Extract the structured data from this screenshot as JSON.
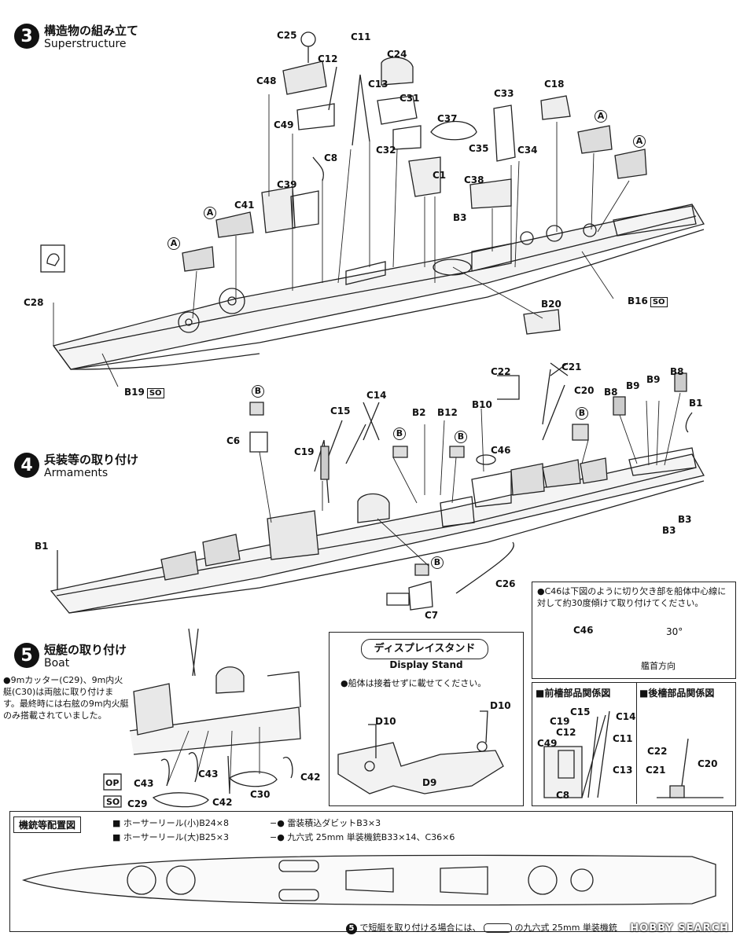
{
  "step3": {
    "num": "3",
    "title_ja": "構造物の組み立て",
    "title_en": "Superstructure"
  },
  "step4": {
    "num": "4",
    "title_ja": "兵装等の取り付け",
    "title_en": "Armaments"
  },
  "step5": {
    "num": "5",
    "title_ja": "短艇の取り付け",
    "title_en": "Boat",
    "note": "●9mカッター(C29)、9m内火艇(C30)は両舷に取り付けます。最終時には右舷の9m内火艇のみ搭載されていました。"
  },
  "parts3": [
    "C25",
    "C11",
    "C12",
    "C24",
    "C48",
    "C13",
    "C31",
    "C37",
    "C33",
    "C18",
    "C49",
    "C32",
    "C35",
    "C34",
    "C8",
    "C1",
    "C38",
    "C39",
    "C41",
    "B3",
    "C28",
    "B20",
    "B16",
    "B19"
  ],
  "parts4": [
    "C22",
    "C21",
    "C20",
    "C14",
    "C15",
    "B2",
    "B12",
    "B10",
    "B8",
    "B9",
    "B9",
    "B8",
    "B1",
    "C6",
    "C19",
    "C46",
    "B1",
    "B3",
    "B3",
    "C26",
    "C7"
  ],
  "parts5": [
    "C43",
    "C43",
    "C42",
    "C42",
    "C29",
    "C30"
  ],
  "marker_a": "A",
  "marker_b": "B",
  "tag_so": "SO",
  "tag_op": "OP",
  "c46note": {
    "text": "●C46は下図のように切り欠き部を船体中心線に対して約30度傾けて取り付けてください。",
    "part": "C46",
    "angle": "30°",
    "bow": "艦首方向"
  },
  "display_stand": {
    "title_ja": "ディスプレイスタンド",
    "title_en": "Display Stand",
    "note": "●船体は接着せずに載せてください。",
    "parts": [
      "D10",
      "D10",
      "D9"
    ]
  },
  "front_mast": {
    "title": "■前檣部品関係図",
    "parts": [
      "C15",
      "C14",
      "C19",
      "C12",
      "C11",
      "C49",
      "C13",
      "C8"
    ]
  },
  "rear_mast": {
    "title": "■後檣部品関係図",
    "parts": [
      "C22",
      "C20",
      "C21"
    ]
  },
  "legend": {
    "title": "機銃等配置図",
    "item1": "ホーサーリール(小)B24×8",
    "item2": "ホーサーリール(大)B25×3",
    "item3": "雷装積込ダビットB3×3",
    "item4": "九六式 25mm 単装機銃B33×14、C36×6",
    "footer": "で短艇を取り付ける場合には、",
    "footer2": "の九六式 25mm 単装機銃",
    "footer_num": "5"
  },
  "watermark": "HOBBY SEARCH"
}
